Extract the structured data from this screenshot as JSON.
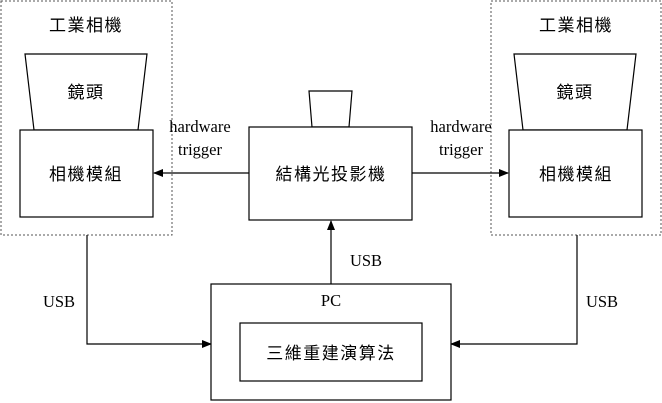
{
  "left_group": {
    "title": "工業相機",
    "lens": "鏡頭",
    "module": "相機模組"
  },
  "right_group": {
    "title": "工業相機",
    "lens": "鏡頭",
    "module": "相機模組"
  },
  "projector": {
    "label": "結構光投影機"
  },
  "left_trigger": {
    "line1": "hardware",
    "line2": "trigger"
  },
  "right_trigger": {
    "line1": "hardware",
    "line2": "trigger"
  },
  "usb_top": "USB",
  "usb_left": "USB",
  "usb_right": "USB",
  "pc": {
    "title": "PC",
    "algorithm": "三維重建演算法"
  }
}
